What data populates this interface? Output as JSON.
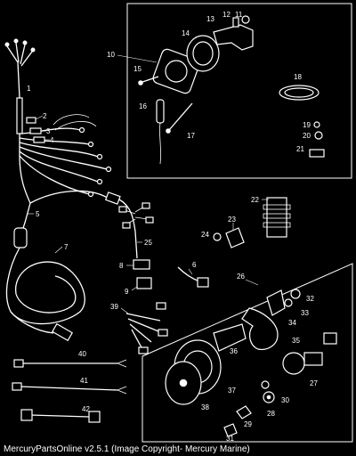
{
  "caption": "MercuryPartsOnline v2.5.1 (Image Copyright- Mercury Marine)",
  "callouts": [
    "1",
    "2",
    "3",
    "4",
    "5",
    "6",
    "7",
    "8",
    "9",
    "10",
    "11",
    "12",
    "13",
    "14",
    "15",
    "16",
    "17",
    "18",
    "19",
    "20",
    "21",
    "22",
    "23",
    "24",
    "25",
    "26",
    "27",
    "28",
    "29",
    "30",
    "31",
    "32",
    "33",
    "34",
    "35",
    "36",
    "37",
    "38",
    "39",
    "40",
    "41",
    "42"
  ]
}
